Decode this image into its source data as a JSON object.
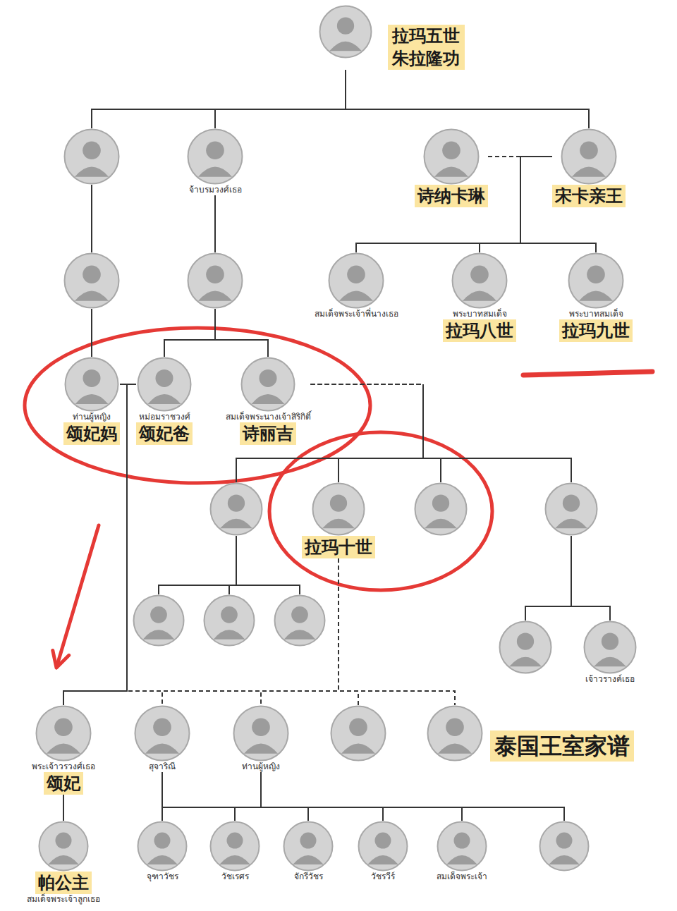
{
  "diagram": {
    "title": "泰国王室家谱",
    "nodes": [
      {
        "text": [
          "拉玛五世 朱拉隆功"
        ]
      },
      {
        "text": []
      },
      {
        "text": [
          "จ้าบรมวงศ์เธอ"
        ]
      },
      {
        "text": [
          "诗纳卡琳"
        ]
      },
      {
        "text": [
          "宋卡亲王"
        ]
      },
      {
        "text": []
      },
      {
        "text": []
      },
      {
        "text": [
          "สมเด็จพระเจ้าพี่นางเธอ"
        ]
      },
      {
        "text": [
          "พระบาทสมเด็จ",
          "拉玛八世"
        ]
      },
      {
        "text": [
          "พระบาทสมเด็จ",
          "拉玛九世"
        ]
      },
      {
        "text": [
          "ท่านผู้หญิง",
          "颂妃妈"
        ]
      },
      {
        "text": [
          "หม่อมราชวงศ์",
          "颂妃爸"
        ]
      },
      {
        "text": [
          "สมเด็จพระนางเจ้าสิริกิติ์",
          "诗丽吉"
        ]
      },
      {
        "text": []
      },
      {
        "text": [
          "拉玛十世"
        ]
      },
      {
        "text": []
      },
      {
        "text": []
      },
      {
        "text": []
      },
      {
        "text": []
      },
      {
        "text": []
      },
      {
        "text": []
      },
      {
        "text": [
          "เจ้าวรางค์เธอ"
        ]
      },
      {
        "text": [
          "พระเจ้าวรวงศ์เธอ",
          "颂妃"
        ]
      },
      {
        "text": [
          "สุจาริณี"
        ]
      },
      {
        "text": [
          "ท่านผู้หญิง"
        ]
      },
      {
        "text": []
      },
      {
        "text": []
      },
      {
        "text": [
          "帕公主",
          "สมเด็จพระเจ้าลูกเธอ"
        ]
      },
      {
        "text": [
          "จุฑาวัชร"
        ]
      },
      {
        "text": [
          "วัชเรศร"
        ]
      },
      {
        "text": [
          "จักรีวัชร"
        ]
      },
      {
        "text": [
          "วัชรวีร์"
        ]
      },
      {
        "text": [
          "สมเด็จพระเจ้า"
        ]
      },
      {
        "text": []
      }
    ],
    "edges": [
      {
        "from": 0,
        "to": 1,
        "arrow": "none"
      },
      {
        "from": 0,
        "to": 2,
        "arrow": "none"
      },
      {
        "from": 0,
        "to": 4,
        "arrow": "none"
      },
      {
        "from": 3,
        "to": 4,
        "arrow": "none"
      },
      {
        "from": 4,
        "to": 7,
        "arrow": "none"
      },
      {
        "from": 4,
        "to": 8,
        "arrow": "none"
      },
      {
        "from": 4,
        "to": 9,
        "arrow": "none"
      },
      {
        "from": 3,
        "to": 7,
        "arrow": "none"
      },
      {
        "from": 3,
        "to": 8,
        "arrow": "none"
      },
      {
        "from": 3,
        "to": 9,
        "arrow": "none"
      },
      {
        "from": 1,
        "to": 5,
        "arrow": "none"
      },
      {
        "from": 2,
        "to": 6,
        "arrow": "none"
      },
      {
        "from": 5,
        "to": 10,
        "arrow": "none"
      },
      {
        "from": 6,
        "to": 11,
        "arrow": "none"
      },
      {
        "from": 6,
        "to": 12,
        "arrow": "none"
      },
      {
        "from": 10,
        "to": 22,
        "arrow": "none"
      },
      {
        "from": 11,
        "to": 22,
        "arrow": "none"
      },
      {
        "from": 12,
        "to": 13,
        "arrow": "none"
      },
      {
        "from": 12,
        "to": 14,
        "arrow": "none"
      },
      {
        "from": 12,
        "to": 15,
        "arrow": "none"
      },
      {
        "from": 12,
        "to": 16,
        "arrow": "none"
      },
      {
        "from": 13,
        "to": 17,
        "arrow": "none"
      },
      {
        "from": 13,
        "to": 18,
        "arrow": "none"
      },
      {
        "from": 13,
        "to": 19,
        "arrow": "none"
      },
      {
        "from": 16,
        "to": 20,
        "arrow": "none"
      },
      {
        "from": 16,
        "to": 21,
        "arrow": "none"
      },
      {
        "from": 14,
        "to": 22,
        "arrow": "none"
      },
      {
        "from": 14,
        "to": 23,
        "arrow": "none"
      },
      {
        "from": 14,
        "to": 24,
        "arrow": "none"
      },
      {
        "from": 14,
        "to": 25,
        "arrow": "none"
      },
      {
        "from": 14,
        "to": 26,
        "arrow": "none"
      },
      {
        "from": 22,
        "to": 27,
        "arrow": "none"
      },
      {
        "from": 23,
        "to": 28,
        "arrow": "none"
      },
      {
        "from": 23,
        "to": 29,
        "arrow": "none"
      },
      {
        "from": 23,
        "to": 30,
        "arrow": "none"
      },
      {
        "from": 23,
        "to": 31,
        "arrow": "none"
      },
      {
        "from": 23,
        "to": 32,
        "arrow": "none"
      },
      {
        "from": 24,
        "to": 33,
        "arrow": "none"
      }
    ]
  }
}
